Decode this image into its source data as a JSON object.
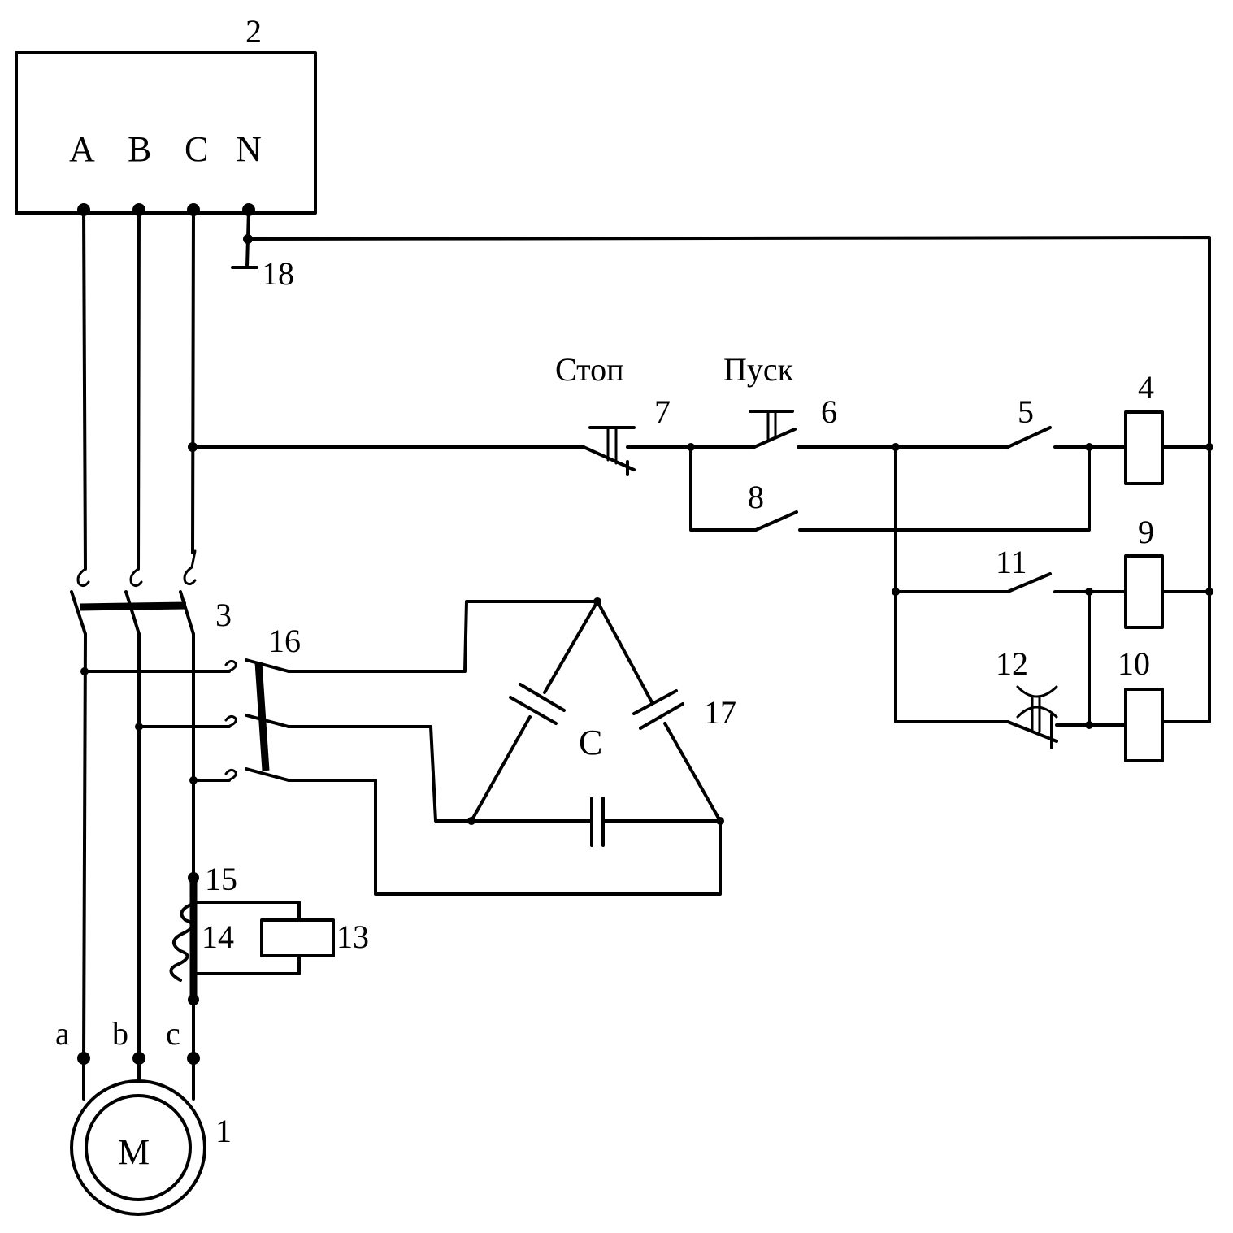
{
  "labels": {
    "supply": "2",
    "phase_a": "A",
    "phase_b": "B",
    "phase_c": "C",
    "neutral": "N",
    "ground": "18",
    "stop_label": "Стоп",
    "start_label": "Пуск",
    "stop_num": "7",
    "start_num": "6",
    "contact_5": "5",
    "coil_4": "4",
    "contact_8": "8",
    "coil_9": "9",
    "contact_11": "11",
    "contact_12": "12",
    "coil_10": "10",
    "breaker": "3",
    "contactor_16": "16",
    "capacitor_bank": "C",
    "capacitor_17": "17",
    "sensor_15": "15",
    "coil_14": "14",
    "relay_13": "13",
    "term_a": "a",
    "term_b": "b",
    "term_c": "c",
    "motor": "M",
    "motor_num": "1"
  }
}
